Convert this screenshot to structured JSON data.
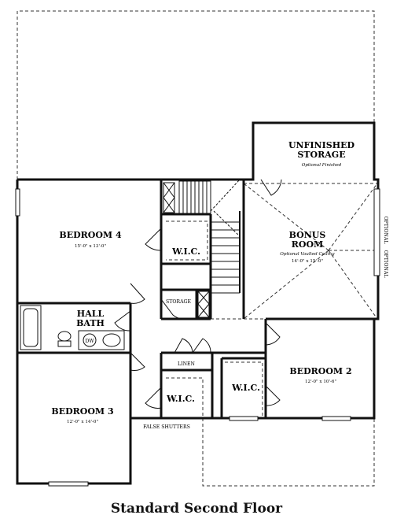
{
  "caption": "Standard Second Floor",
  "rooms": {
    "bedroom4": {
      "name": "BEDROOM 4",
      "dims": "15'-0\" x 13'-0\""
    },
    "bonus": {
      "name_line1": "BONUS",
      "name_line2": "ROOM",
      "note": "Optional Vaulted Ceiling",
      "dims": "14'-0\" x 15'-0\""
    },
    "storage_unfinished": {
      "name_line1": "UNFINISHED",
      "name_line2": "STORAGE",
      "note": "Optional Finished"
    },
    "wic_upper": {
      "name": "W.I.C."
    },
    "storage": {
      "name": "STORAGE"
    },
    "hall_bath": {
      "name_line1": "HALL",
      "name_line2": "BATH"
    },
    "linen": {
      "name": "LINEN"
    },
    "wic_lower_left": {
      "name": "W.I.C."
    },
    "wic_lower_right": {
      "name": "W.I.C."
    },
    "bedroom2": {
      "name": "BEDROOM 2",
      "dims": "12'-0\" x 10'-6\""
    },
    "bedroom3": {
      "name": "BEDROOM 3",
      "dims": "12'-0\" x 14'-0\""
    }
  },
  "annotations": {
    "false_shutters": "FALSE SHUTTERS",
    "optional_left": "OPTIONAL",
    "optional_right": "OPTIONAL",
    "dw": "DW"
  }
}
